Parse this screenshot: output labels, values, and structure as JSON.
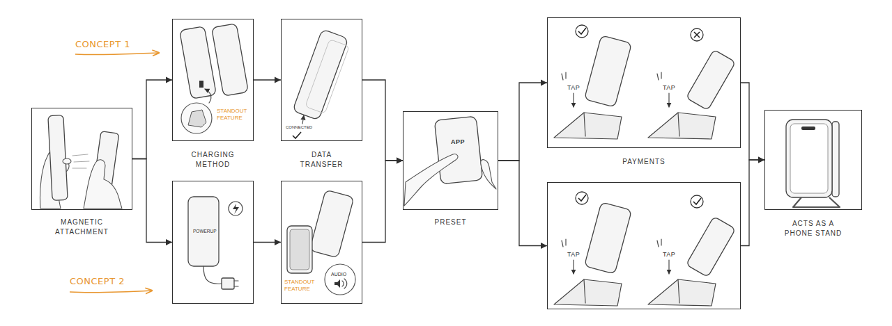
{
  "diagram": {
    "nodes": [
      {
        "text": [
          "MAGNETIC ATTACHMENT"
        ]
      },
      {
        "text": [
          "STANDOUT FEATURE",
          "CHARGING METHOD"
        ]
      },
      {
        "text": [
          "CONNECTED",
          "DATA TRANSFER"
        ]
      },
      {
        "text": [
          "POWERUP"
        ]
      },
      {
        "text": [
          "STANDOUT FEATURE",
          "AUDIO"
        ]
      },
      {
        "text": [
          "APP",
          "PRESET"
        ]
      },
      {
        "text": [
          "TAP",
          "TAP",
          "PAYMENTS"
        ]
      },
      {
        "text": [
          "TAP",
          "TAP"
        ]
      },
      {
        "text": [
          "ACTS AS A PHONE STAND"
        ]
      }
    ],
    "edges": [
      {
        "from": 0,
        "to": 1,
        "arrow": "to"
      },
      {
        "from": 0,
        "to": 3,
        "arrow": "to"
      },
      {
        "from": 1,
        "to": 2,
        "arrow": "to"
      },
      {
        "from": 3,
        "to": 4,
        "arrow": "to"
      },
      {
        "from": 2,
        "to": 5,
        "arrow": "to"
      },
      {
        "from": 4,
        "to": 5,
        "arrow": "to"
      },
      {
        "from": 5,
        "to": 6,
        "arrow": "to"
      },
      {
        "from": 5,
        "to": 7,
        "arrow": "to"
      },
      {
        "from": 6,
        "to": 8,
        "arrow": "to"
      },
      {
        "from": 7,
        "to": 8,
        "arrow": "to"
      }
    ],
    "labels": [
      "CONCEPT 1",
      "CONCEPT 2"
    ]
  }
}
